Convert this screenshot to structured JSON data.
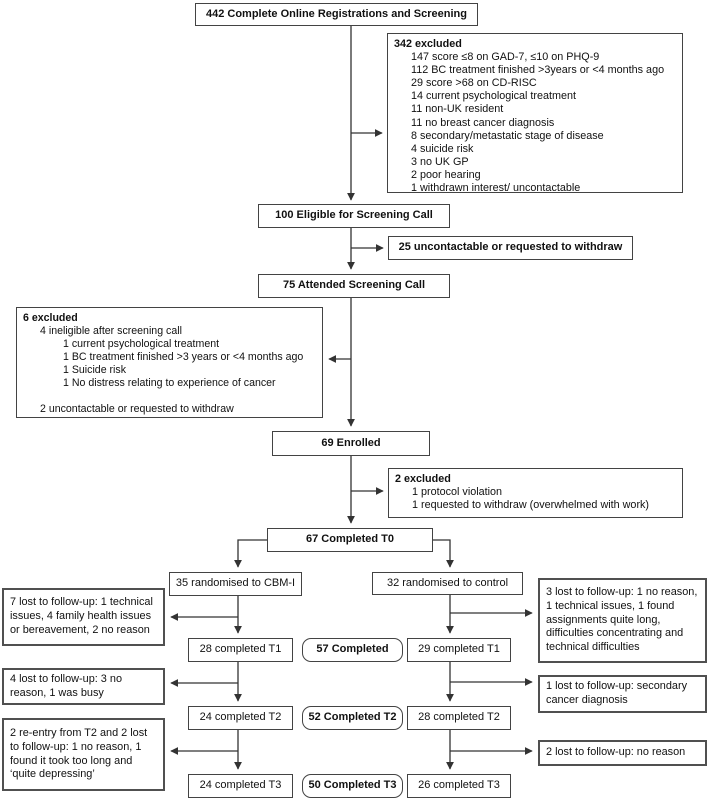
{
  "diagram": {
    "reg": "442 Complete Online Registrations and Screening",
    "excluded342": {
      "title": "342 excluded",
      "items": [
        "147 score ≤8 on GAD-7, ≤10 on PHQ-9",
        "112 BC treatment finished >3years or <4 months ago",
        "29 score >68 on CD-RISC",
        "14 current psychological treatment",
        "11 non-UK resident",
        "11 no breast cancer diagnosis",
        "8 secondary/metastatic stage of disease",
        "4 suicide risk",
        "3 no UK GP",
        "2 poor hearing",
        "1 withdrawn interest/ uncontactable"
      ]
    },
    "eligible": "100 Eligible for Screening Call",
    "uncontactable25": "25 uncontactable or requested to withdraw",
    "attended": "75 Attended Screening Call",
    "excluded6": {
      "title": "6 excluded",
      "reason": "4 ineligible after screening call",
      "subitems": [
        "1 current psychological treatment",
        "1 BC treatment finished >3 years or <4 months ago",
        "1 Suicide risk",
        "1 No distress relating to experience of cancer"
      ],
      "footer": "2 uncontactable or requested to withdraw"
    },
    "enrolled": "69 Enrolled",
    "excluded2": {
      "title": "2 excluded",
      "items": [
        "1 protocol violation",
        "1 requested to withdraw (overwhelmed with work)"
      ]
    },
    "t0": "67 Completed T0",
    "cbmi_arm": "35 randomised to CBM-I",
    "control_arm": "32 randomised to control",
    "lost7": "7 lost to follow-up: 1 technical issues, 4 family health issues or bereavement, 2 no reason",
    "lost3": "3 lost to follow-up: 1 no reason, 1 technical issues, 1 found assignments quite long, difficulties concentrating and technical difficulties",
    "t1_cbmi": "28 completed T1",
    "t1_total": "57 Completed",
    "t1_control": "29 completed T1",
    "lost4": "4 lost to follow-up: 3 no reason, 1 was busy",
    "lost1": "1 lost to follow-up: secondary cancer diagnosis",
    "t2_cbmi": "24 completed T2",
    "t2_total": "52 Completed T2",
    "t2_control": "28 completed T2",
    "reentry": "2 re-entry from T2 and 2 lost to follow-up: 1 no reason, 1 found it took too long and ‘quite depressing’",
    "lost2": "2 lost to follow-up: no reason",
    "t3_cbmi": "24 completed T3",
    "t3_total": "50 Completed T3",
    "t3_control": "26 completed T3"
  },
  "colors": {
    "background": "#ffffff",
    "box_border": "#434343",
    "connector": "#333333",
    "text": "#111111"
  }
}
